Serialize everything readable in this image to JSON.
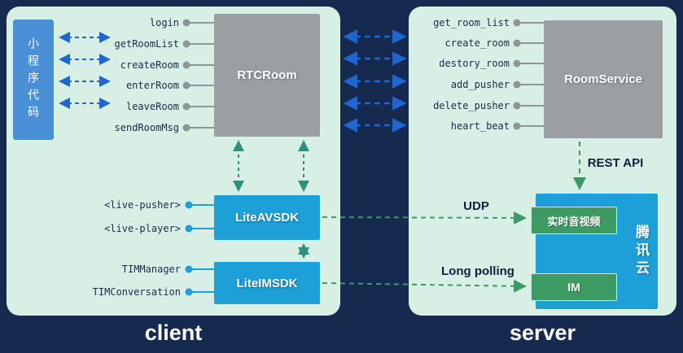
{
  "client": {
    "miniprogram": {
      "label": "小程序代码"
    },
    "rtcroom": {
      "title": "RTCRoom",
      "methods": [
        "login",
        "getRoomList",
        "createRoom",
        "enterRoom",
        "leaveRoom",
        "sendRoomMsg"
      ]
    },
    "liteavsdk": {
      "title": "LiteAVSDK",
      "labels": [
        "<live-pusher>",
        "<live-player>"
      ]
    },
    "liteimsdk": {
      "title": "LiteIMSDK",
      "labels": [
        "TIMManager",
        "TIMConversation"
      ]
    }
  },
  "server": {
    "roomservice": {
      "title": "RoomService",
      "methods": [
        "get_room_list",
        "create_room",
        "destory_room",
        "add_pusher",
        "delete_pusher",
        "heart_beat"
      ]
    },
    "rest_api_label": "REST API",
    "udp_label": "UDP",
    "long_polling_label": "Long polling",
    "tencent_cloud": {
      "label": "腾讯云",
      "services": [
        "实时音视频",
        "IM"
      ]
    }
  },
  "footer": {
    "client": "client",
    "server": "server"
  },
  "colors": {
    "background": "#16294e",
    "panel": "#d7efe5",
    "gray_box": "#9b9fa3",
    "blue_box": "#1d9fd8",
    "green_box": "#3e9a63",
    "miniprogram_blue": "#4b90d6",
    "arrow_blue": "#1e66d0",
    "arrow_teal": "#2f8f80",
    "arrow_green": "#3e9a63"
  }
}
